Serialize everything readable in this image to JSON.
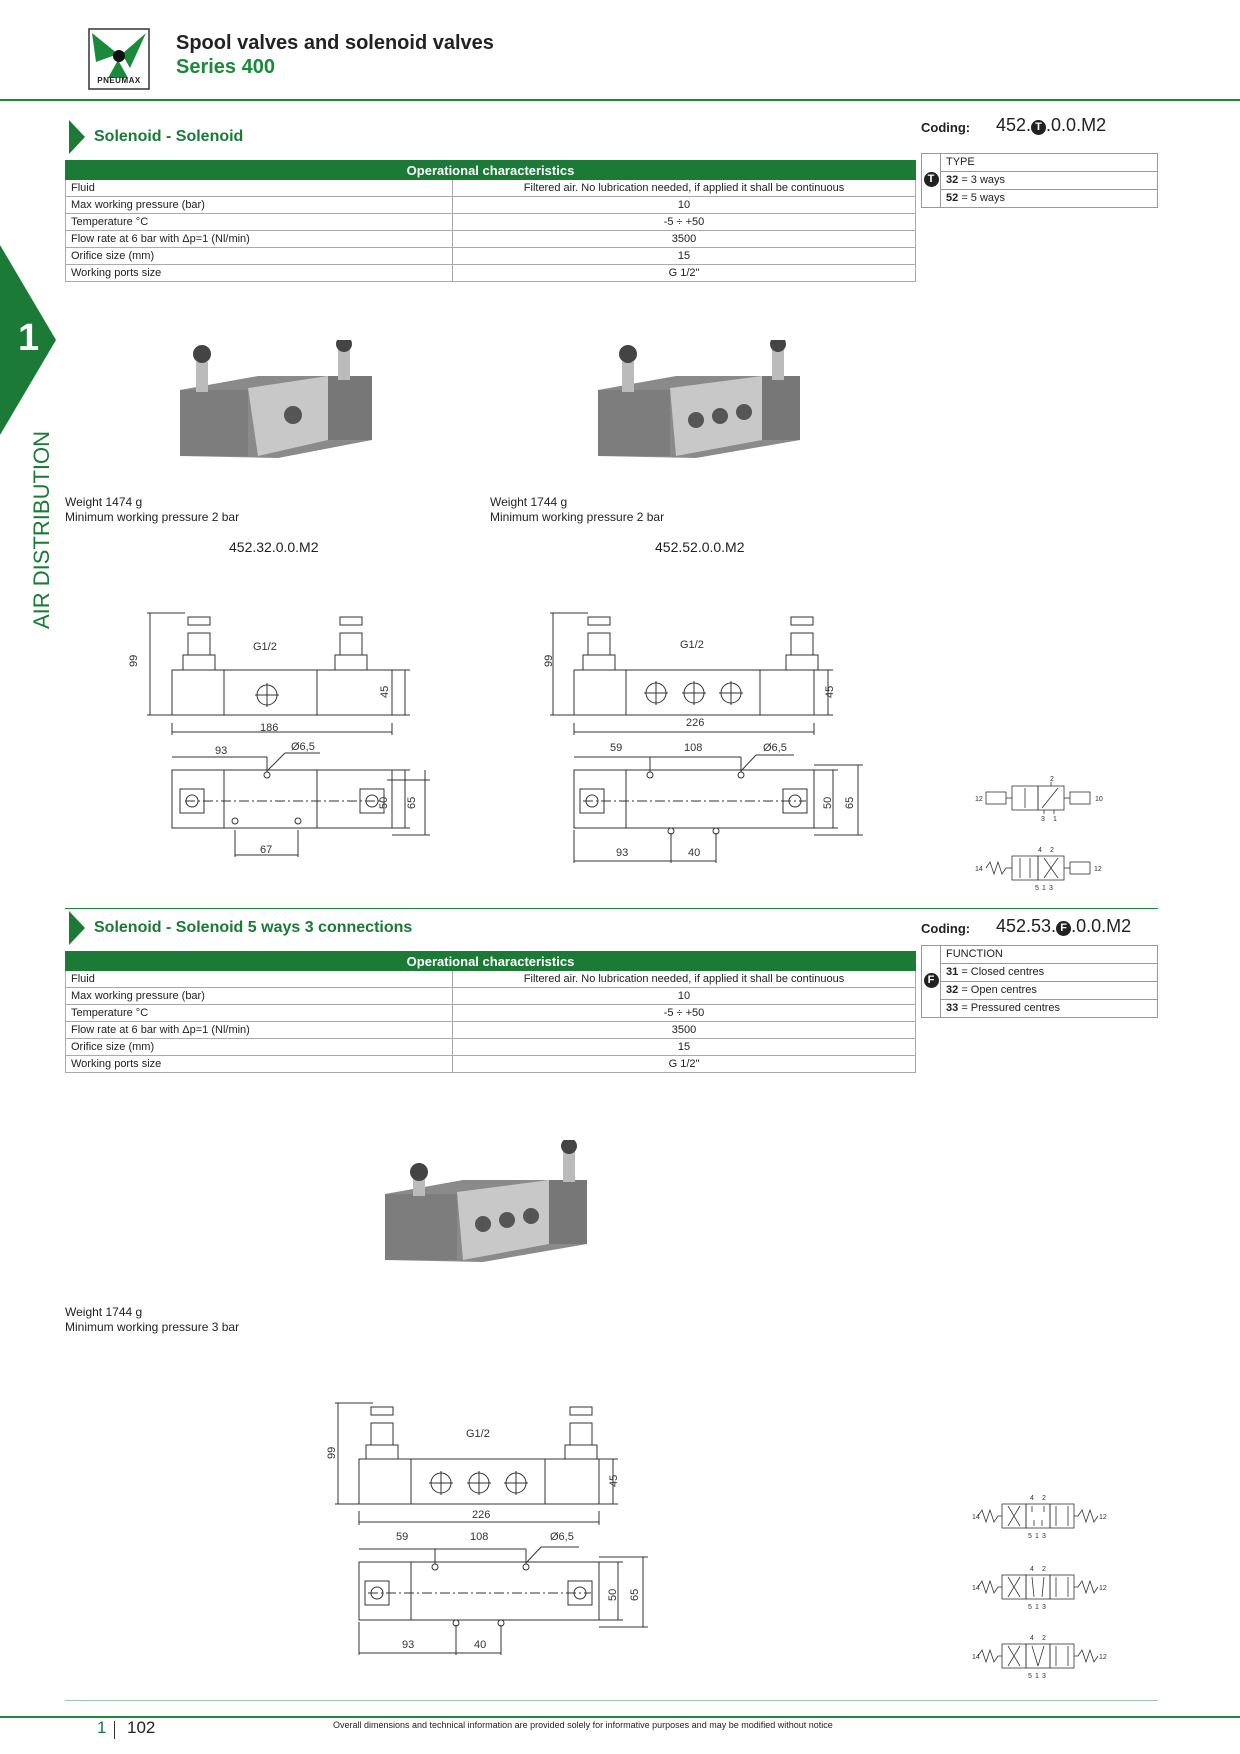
{
  "header": {
    "title": "Spool valves and solenoid valves",
    "series": "Series 400",
    "logo_text": "PNEUMAX"
  },
  "side_tab": {
    "number": "1",
    "label": "AIR DISTRIBUTION"
  },
  "section1": {
    "title": "Solenoid - Solenoid",
    "coding_label": "Coding:",
    "coding_prefix": "452.",
    "coding_marker": "T",
    "coding_suffix": ".0.0.M2",
    "code_table": {
      "marker": "T",
      "header": "TYPE",
      "rows": [
        {
          "code": "32",
          "desc": "= 3 ways"
        },
        {
          "code": "52",
          "desc": "= 5 ways"
        }
      ]
    },
    "table": {
      "header": "Operational characteristics",
      "rows": [
        {
          "label": "Fluid",
          "value": "Filtered air. No lubrication needed, if applied it shall be continuous"
        },
        {
          "label": "Max working pressure (bar)",
          "value": "10"
        },
        {
          "label": "Temperature °C",
          "value": "-5 ÷ +50"
        },
        {
          "label": "Flow rate at 6 bar with Δp=1 (Nl/min)",
          "value": "3500"
        },
        {
          "label": "Orifice size (mm)",
          "value": "15"
        },
        {
          "label": "Working ports size",
          "value": "G 1/2\""
        }
      ]
    },
    "products": [
      {
        "weight": "Weight 1474 g",
        "min_pressure": "Minimum working pressure 2 bar",
        "model": "452.32.0.0.M2"
      },
      {
        "weight": "Weight 1744 g",
        "min_pressure": "Minimum working pressure 2 bar",
        "model": "452.52.0.0.M2"
      }
    ],
    "drawing1": {
      "port": "G1/2",
      "height": "99",
      "body_h": "45",
      "length": "186",
      "d1": "93",
      "hole": "Ø6,5",
      "w1": "50",
      "w2": "65",
      "d2": "67"
    },
    "drawing2": {
      "port": "G1/2",
      "height": "99",
      "body_h": "45",
      "length": "226",
      "d1": "59",
      "d2": "108",
      "hole": "Ø6,5",
      "w1": "50",
      "w2": "65",
      "d3": "93",
      "d4": "40"
    }
  },
  "section2": {
    "title": "Solenoid - Solenoid 5 ways 3 connections",
    "coding_label": "Coding:",
    "coding_prefix": "452.53.",
    "coding_marker": "F",
    "coding_suffix": ".0.0.M2",
    "code_table": {
      "marker": "F",
      "header": "FUNCTION",
      "rows": [
        {
          "code": "31",
          "desc": "= Closed centres"
        },
        {
          "code": "32",
          "desc": "= Open centres"
        },
        {
          "code": "33",
          "desc": "= Pressured centres"
        }
      ]
    },
    "table": {
      "header": "Operational characteristics",
      "rows": [
        {
          "label": "Fluid",
          "value": "Filtered air. No lubrication needed, if applied it shall be continuous"
        },
        {
          "label": "Max working pressure (bar)",
          "value": "10"
        },
        {
          "label": "Temperature °C",
          "value": "-5 ÷ +50"
        },
        {
          "label": "Flow rate at 6 bar with Δp=1 (Nl/min)",
          "value": "3500"
        },
        {
          "label": "Orifice size (mm)",
          "value": "15"
        },
        {
          "label": "Working ports size",
          "value": "G 1/2\""
        }
      ]
    },
    "product": {
      "weight": "Weight 1744 g",
      "min_pressure": "Minimum working pressure 3 bar"
    },
    "drawing": {
      "port": "G1/2",
      "height": "99",
      "body_h": "45",
      "length": "226",
      "d1": "59",
      "d2": "108",
      "hole": "Ø6,5",
      "w1": "50",
      "w2": "65",
      "d3": "93",
      "d4": "40"
    }
  },
  "symbols": {
    "three_way": {
      "p2": "2",
      "p3": "3",
      "p1": "1",
      "p12": "12",
      "p10": "10"
    },
    "five_way": {
      "p4": "4",
      "p2": "2",
      "p5": "5",
      "p1": "1",
      "p3": "3",
      "p14": "14",
      "p12": "12"
    }
  },
  "footer": {
    "chapter": "1",
    "page": "102",
    "note": "Overall dimensions and technical information are provided solely for informative purposes and may be modified without notice"
  }
}
